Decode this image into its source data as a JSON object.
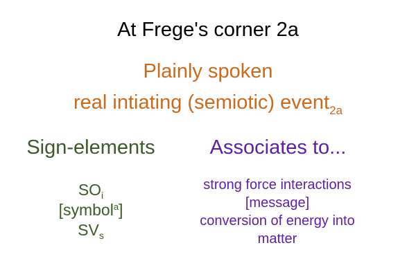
{
  "title": "At Frege's corner 2a",
  "subtitle": {
    "line1": "Plainly spoken",
    "line2_main": "real intiating (semiotic) event",
    "line2_sub": "2a"
  },
  "left": {
    "heading": "Sign-elements",
    "items": [
      {
        "main": "SO",
        "sub": "i"
      },
      {
        "prefix": "[symbol",
        "sup": "a",
        "suffix": "]"
      },
      {
        "main": "SV",
        "sub": "s"
      }
    ]
  },
  "right": {
    "heading": "Associates to...",
    "items": [
      "strong force interactions",
      "[message]",
      "conversion of energy into",
      "matter"
    ]
  },
  "colors": {
    "title": "#000000",
    "subtitle": "#cc6a1c",
    "left": "#3d5a2a",
    "right": "#5b1fa8"
  }
}
